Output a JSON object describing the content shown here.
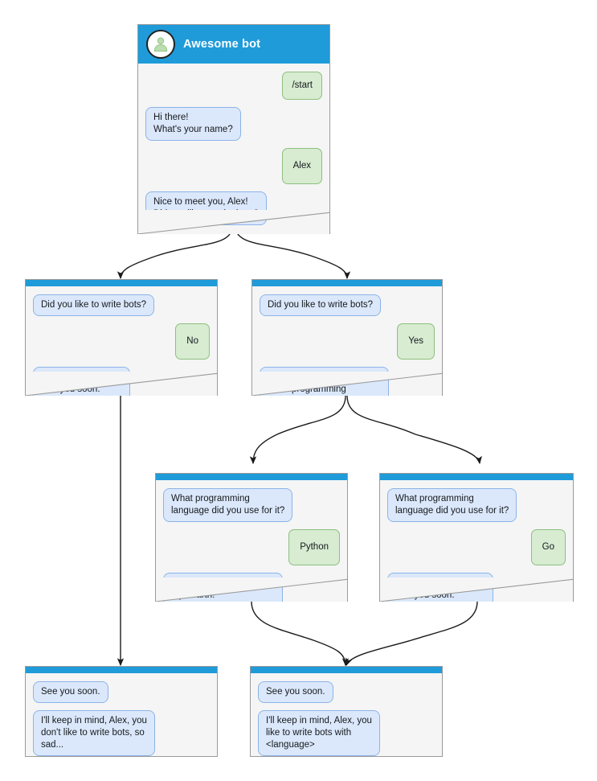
{
  "diagram": {
    "type": "chatbot-conversation-flowchart",
    "accent_color": "#1f9bd9",
    "bot_bubble_color": "#dbe8fb",
    "user_bubble_color": "#d7ecd1",
    "card_background": "#f5f5f5"
  },
  "root": {
    "header": {
      "title": "Awesome bot",
      "avatar_icon": "person-avatar-icon"
    },
    "messages": [
      {
        "side": "user",
        "text": "/start"
      },
      {
        "side": "bot",
        "text": "Hi there!\nWhat's your name?"
      },
      {
        "side": "user",
        "text": "Alex"
      },
      {
        "side": "bot",
        "text": "Nice to meet you, Alex!\nDid you like to write bots?"
      }
    ]
  },
  "branch_no": {
    "messages": [
      {
        "side": "bot",
        "text": "Did you like to write bots?"
      },
      {
        "side": "user",
        "text": "No"
      },
      {
        "side": "bot",
        "text": "Not bad not terrible.\nSee you soon."
      }
    ]
  },
  "branch_yes": {
    "messages": [
      {
        "side": "bot",
        "text": "Did you like to write bots?"
      },
      {
        "side": "user",
        "text": "Yes"
      },
      {
        "side": "bot",
        "text": "Cool! I'm too!\nWhat programming\nlanguage did you use for it?"
      }
    ]
  },
  "branch_python": {
    "messages": [
      {
        "side": "bot",
        "text": "What programming\nlanguage did you use for it?"
      },
      {
        "side": "user",
        "text": "Python"
      },
      {
        "side": "bot",
        "text": "Thank for all! Python is in\nmy hearth!\nSee you soon."
      }
    ]
  },
  "branch_go": {
    "messages": [
      {
        "side": "bot",
        "text": "What programming\nlanguage did you use for it?"
      },
      {
        "side": "user",
        "text": "Go"
      },
      {
        "side": "bot",
        "text": "Thank for information!\nSee you soon."
      }
    ]
  },
  "end_sad": {
    "messages": [
      {
        "side": "bot",
        "text": "See you soon."
      },
      {
        "side": "bot",
        "text": "I'll keep in mind, Alex, you\ndon't like to write bots, so\nsad..."
      }
    ]
  },
  "end_happy": {
    "messages": [
      {
        "side": "bot",
        "text": "See you soon."
      },
      {
        "side": "bot",
        "text": "I'll keep in mind, Alex, you\nlike to write bots with\n<language>"
      }
    ]
  }
}
